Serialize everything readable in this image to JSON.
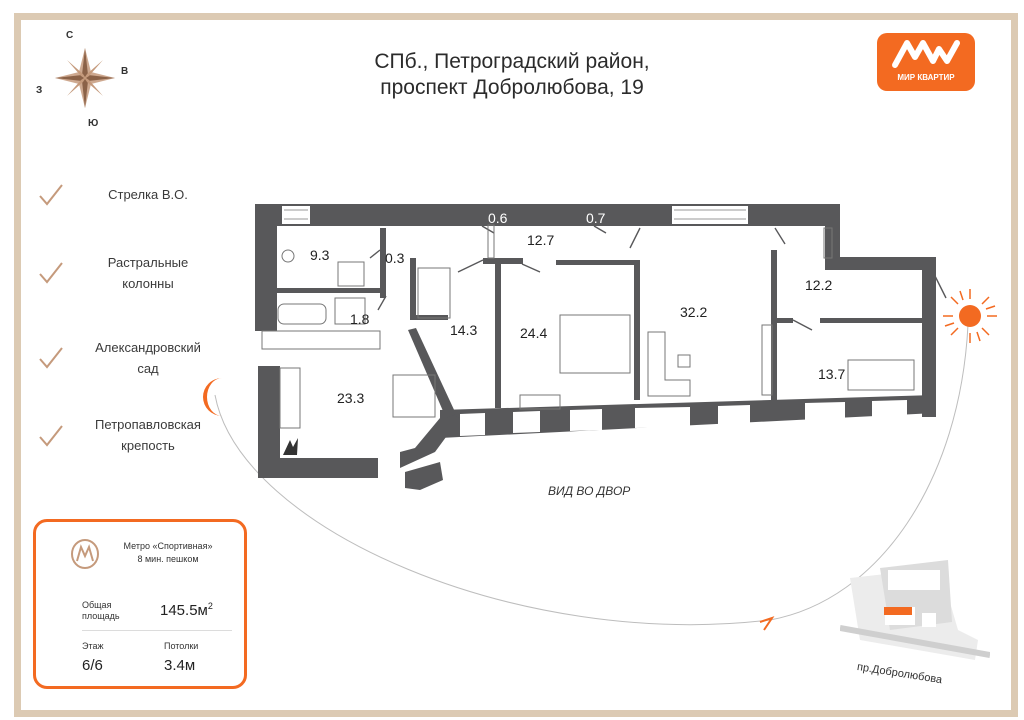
{
  "header": {
    "address_line1": "СПб., Петроградский район,",
    "address_line2": "проспект Добролюбова, 19"
  },
  "logo": {
    "text": "МИР КВАРТИР",
    "color": "#f36a21"
  },
  "compass": {
    "north": "С",
    "east": "В",
    "south": "Ю",
    "west": "З"
  },
  "sights": [
    {
      "lines": [
        "Стрелка В.О."
      ]
    },
    {
      "lines": [
        "Растральные",
        "колонны"
      ]
    },
    {
      "lines": [
        "Александровский",
        "сад"
      ]
    },
    {
      "lines": [
        "Петропавловская",
        "крепость"
      ]
    }
  ],
  "rooms": {
    "r1": "9.3",
    "r2": "0.3",
    "r3": "1.8",
    "r4": "14.3",
    "r5": "0.6",
    "r6": "12.7",
    "r7": "0.7",
    "r8": "24.4",
    "r9": "32.2",
    "r10": "12.2",
    "r11": "13.7",
    "r12": "23.3"
  },
  "view_label": "ВИД ВО ДВОР",
  "street_label": "пр.Добролюбова",
  "info": {
    "metro_line1": "Метро «Спортивная»",
    "metro_line2": "8 мин. пешком",
    "area_label_1": "Общая",
    "area_label_2": "площадь",
    "area_value": "145.5м",
    "area_sup": "2",
    "floor_label": "Этаж",
    "floor_value": "6/6",
    "ceiling_label": "Потолки",
    "ceiling_value": "3.4м"
  },
  "colors": {
    "accent": "#f36a21",
    "wall": "#58585a",
    "frame": "#dccab3"
  }
}
